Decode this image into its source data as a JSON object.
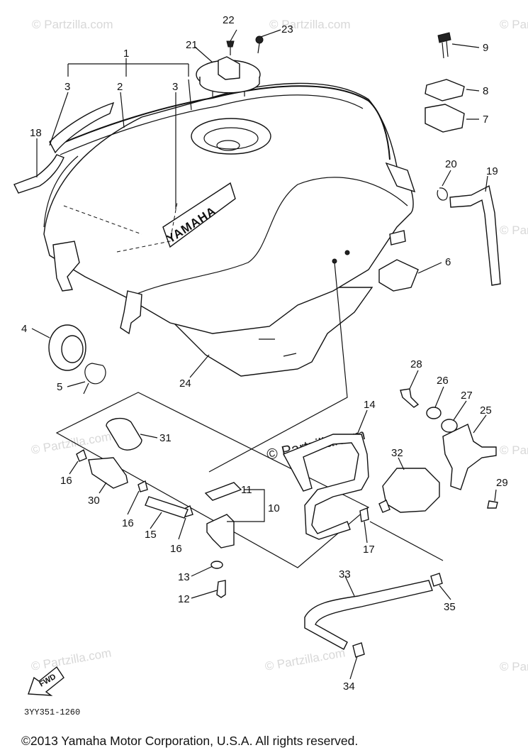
{
  "watermarks": {
    "small": "© Partzilla.com",
    "main": "© Partzilla.com"
  },
  "brand_label": "YAMAHA",
  "fwd_label": "FWD",
  "diagram_code": "3YY351-1260",
  "copyright": "©2013  Yamaha Motor Corporation, U.S.A. All rights reserved.",
  "callouts": {
    "p1": "1",
    "p2": "2",
    "p3a": "3",
    "p3b": "3",
    "p4": "4",
    "p5": "5",
    "p6": "6",
    "p7": "7",
    "p8": "8",
    "p9": "9",
    "p10": "10",
    "p11": "11",
    "p12": "12",
    "p13": "13",
    "p14": "14",
    "p15": "15",
    "p16a": "16",
    "p16b": "16",
    "p16c": "16",
    "p17": "17",
    "p18": "18",
    "p19": "19",
    "p20": "20",
    "p21": "21",
    "p22": "22",
    "p23": "23",
    "p24": "24",
    "p25": "25",
    "p26": "26",
    "p27": "27",
    "p28": "28",
    "p29": "29",
    "p30": "30",
    "p31": "31",
    "p32": "32",
    "p33": "33",
    "p34": "34",
    "p35": "35"
  }
}
